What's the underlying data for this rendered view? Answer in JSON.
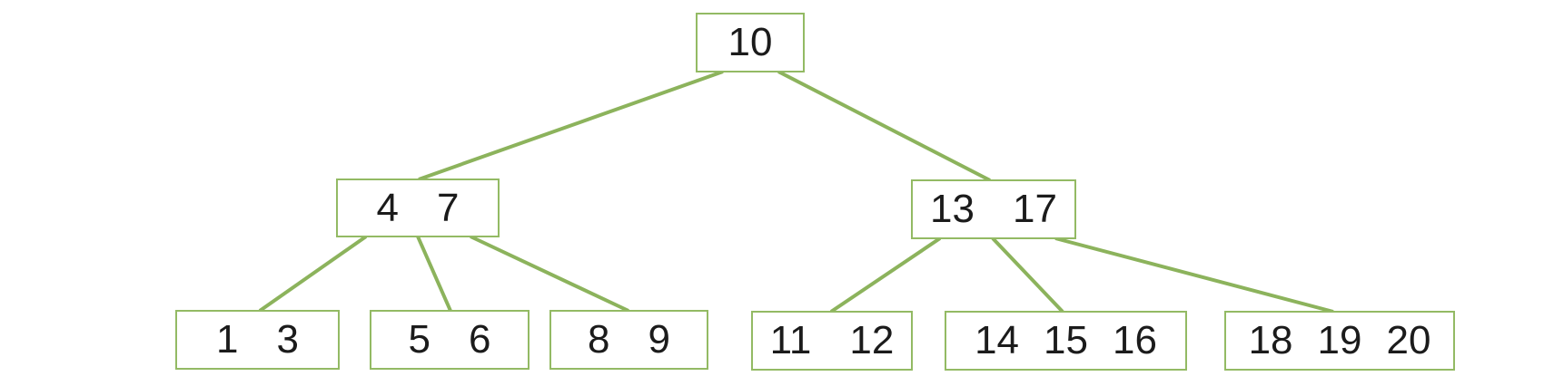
{
  "colors": {
    "node_border": "#93ba64",
    "edge_line": "#8cb35c",
    "key_text": "#1b1b1b",
    "background": "#ffffff"
  },
  "tree": {
    "type": "b-tree",
    "nodes": [
      {
        "id": "node-10",
        "level": 0,
        "keys": [
          "10"
        ]
      },
      {
        "id": "node-4-7",
        "level": 1,
        "keys": [
          "4",
          "7"
        ]
      },
      {
        "id": "node-13-17",
        "level": 1,
        "keys": [
          "13",
          "17"
        ]
      },
      {
        "id": "node-1-3",
        "level": 2,
        "keys": [
          "1",
          "3"
        ]
      },
      {
        "id": "node-5-6",
        "level": 2,
        "keys": [
          "5",
          "6"
        ]
      },
      {
        "id": "node-8-9",
        "level": 2,
        "keys": [
          "8",
          "9"
        ]
      },
      {
        "id": "node-11-12",
        "level": 2,
        "keys": [
          "11",
          "12"
        ]
      },
      {
        "id": "node-14-15-16",
        "level": 2,
        "keys": [
          "14",
          "15",
          "16"
        ]
      },
      {
        "id": "node-18-19-20",
        "level": 2,
        "keys": [
          "18",
          "19",
          "20"
        ]
      }
    ],
    "edges": [
      {
        "from": "node-10",
        "to": "node-4-7"
      },
      {
        "from": "node-10",
        "to": "node-13-17"
      },
      {
        "from": "node-4-7",
        "to": "node-1-3"
      },
      {
        "from": "node-4-7",
        "to": "node-5-6"
      },
      {
        "from": "node-4-7",
        "to": "node-8-9"
      },
      {
        "from": "node-13-17",
        "to": "node-11-12"
      },
      {
        "from": "node-13-17",
        "to": "node-14-15-16"
      },
      {
        "from": "node-13-17",
        "to": "node-18-19-20"
      }
    ]
  }
}
